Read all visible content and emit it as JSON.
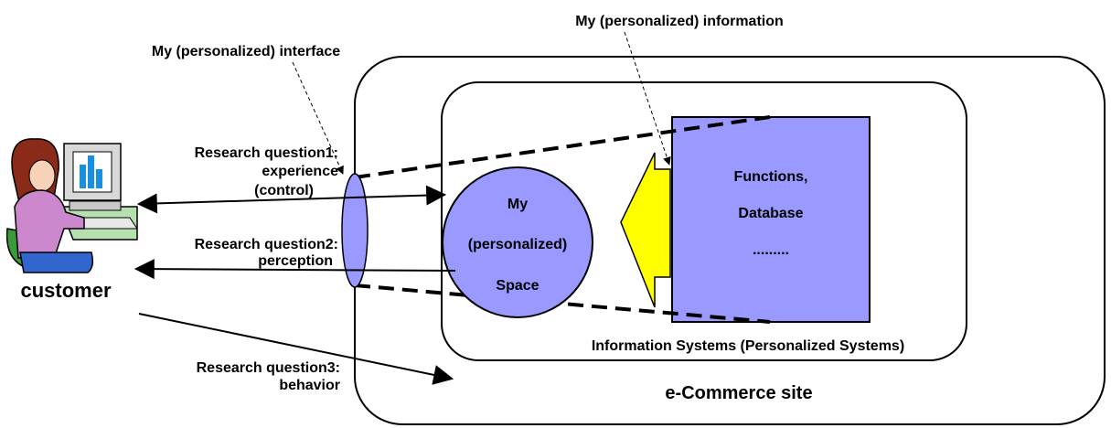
{
  "labels": {
    "my_interface": "My (personalized) interface",
    "my_information": "My (personalized) information",
    "rq1_line1": "Research question1:",
    "rq1_line2": "experience",
    "rq1_line3": "(control)",
    "rq2_line1": "Research question2:",
    "rq2_line2": "perception",
    "rq3_line1": "Research question3:",
    "rq3_line2": "behavior",
    "customer": "customer",
    "space_line1": "My",
    "space_line2": "(personalized)",
    "space_line3": "Space",
    "func_line1": "Functions,",
    "func_line2": "Database",
    "func_line3": ".........",
    "info_systems": "Information Systems (Personalized Systems)",
    "ecommerce": "e-Commerce site"
  },
  "colors": {
    "space_fill": "#9999ff",
    "functions_fill": "#9999ff",
    "lens_fill": "#9999ff",
    "arrow_fill": "#ffff00",
    "stroke": "#000000"
  },
  "icons": {
    "customer": "person-at-computer-icon"
  }
}
